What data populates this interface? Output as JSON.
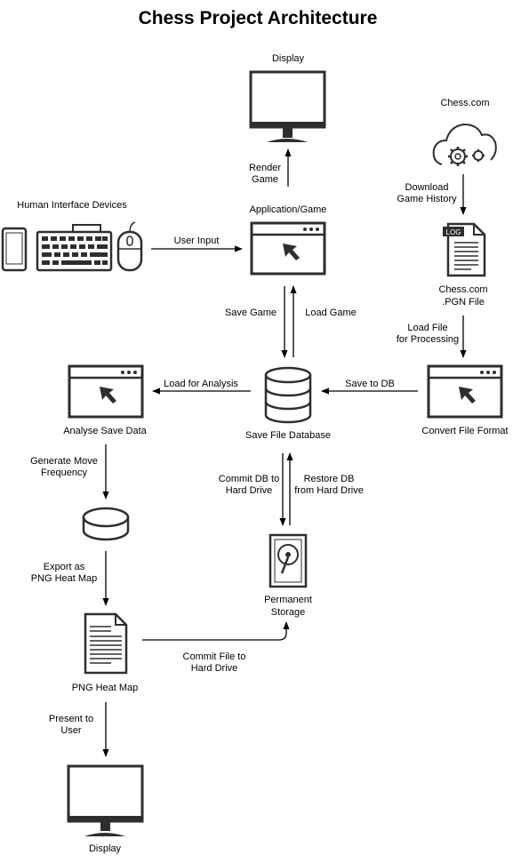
{
  "title": "Chess Project Architecture",
  "nodes": {
    "display_top": "Display",
    "chesscom": "Chess.com",
    "hid": "Human Interface Devices",
    "app": "Application/Game",
    "pgn": [
      "Chess.com",
      ".PGN File"
    ],
    "analyse": "Analyse Save Data",
    "db": "Save File Database",
    "convert": "Convert File Format",
    "storage": [
      "Permanent",
      "Storage"
    ],
    "heatmap": "PNG Heat Map",
    "display_bottom": "Display",
    "log_tag": "LOG"
  },
  "edges": {
    "render": [
      "Render",
      "Game"
    ],
    "download": [
      "Download",
      "Game History"
    ],
    "user_input": "User Input",
    "save_game": "Save Game",
    "load_game": "Load Game",
    "load_file": [
      "Load File",
      "for Processing"
    ],
    "load_analysis": "Load for Analysis",
    "save_db": "Save to DB",
    "gen_move": [
      "Generate Move",
      "Frequency"
    ],
    "commit_db": [
      "Commit DB to",
      "Hard Drive"
    ],
    "restore_db": [
      "Restore DB",
      "from Hard Drive"
    ],
    "export": [
      "Export as",
      "PNG Heat Map"
    ],
    "commit_file": [
      "Commit File to",
      "Hard Drive"
    ],
    "present": [
      "Present to",
      "User"
    ]
  }
}
